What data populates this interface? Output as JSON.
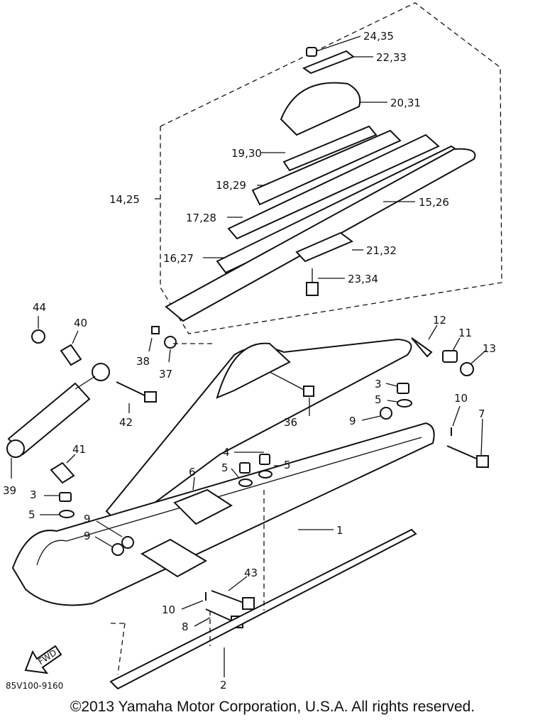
{
  "labels": {
    "l_24_35": "24,35",
    "l_22_33": "22,33",
    "l_20_31": "20,31",
    "l_19_30": "19,30",
    "l_18_29": "18,29",
    "l_14_25": "14,25",
    "l_17_28": "17,28",
    "l_15_26": "15,26",
    "l_16_27": "16,27",
    "l_21_32": "21,32",
    "l_23_34": "23,34",
    "l_44": "44",
    "l_40": "40",
    "l_12": "12",
    "l_11": "11",
    "l_13": "13",
    "l_38": "38",
    "l_37": "37",
    "l_3a": "3",
    "l_5a": "5",
    "l_9a": "9",
    "l_10a": "10",
    "l_42": "42",
    "l_36": "36",
    "l_7": "7",
    "l_41": "41",
    "l_4": "4",
    "l_5b": "5",
    "l_5c": "5",
    "l_6": "6",
    "l_39": "39",
    "l_3b": "3",
    "l_5d": "5",
    "l_9b": "9",
    "l_9c": "9",
    "l_1": "1",
    "l_43": "43",
    "l_10b": "10",
    "l_8": "8",
    "l_2": "2"
  },
  "fwd_label": "FWD",
  "diagram_code": "85V100-9160",
  "copyright": "©2013 Yamaha Motor Corporation, U.S.A. All rights reserved."
}
